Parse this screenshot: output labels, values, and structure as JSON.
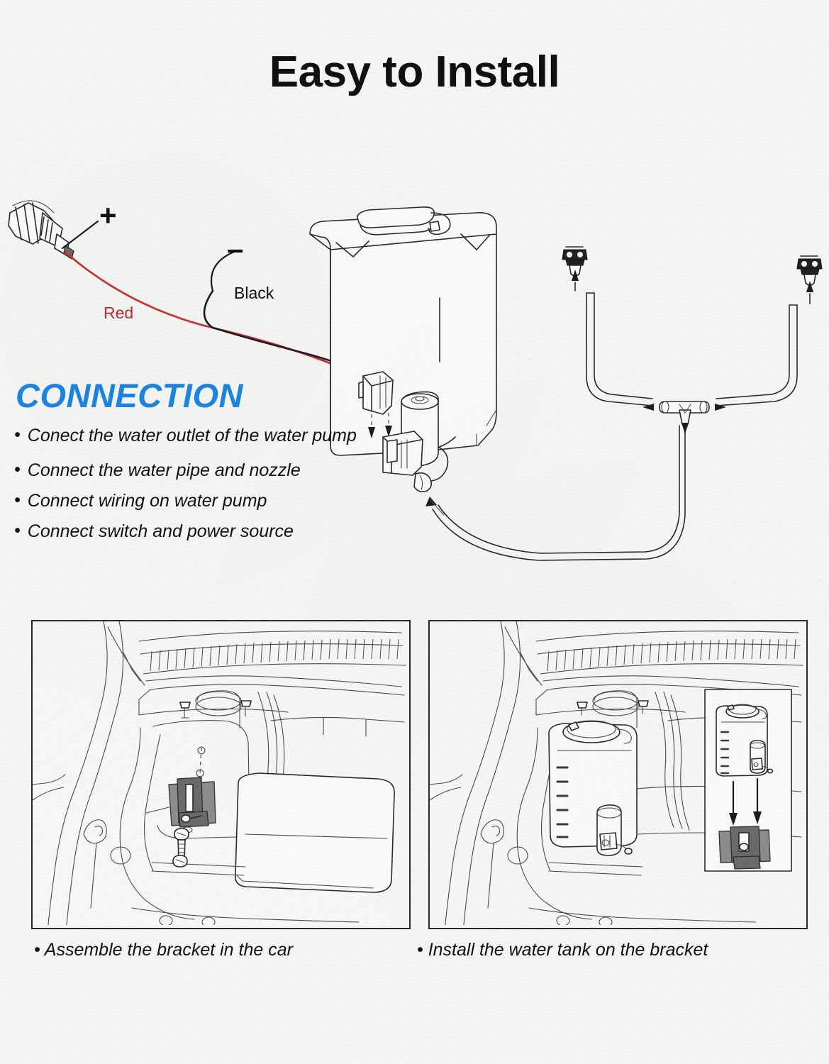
{
  "page": {
    "title": "Easy to Install",
    "background_color": "#f6f6f5"
  },
  "diagram": {
    "section_heading": "CONNECTION",
    "heading_color": "#1a86e8",
    "steps": [
      "Conect the water outlet of the water pump",
      "Connect the water pipe and nozzle",
      "Connect wiring on water pump",
      "Connect switch and power source"
    ],
    "bullet_char": "•",
    "wiring": {
      "positive_symbol": "+",
      "negative_symbol": "–",
      "red_wire_label": "Red",
      "red_wire_color": "#d32b33",
      "black_wire_label": "Black",
      "black_wire_color": "#1d1d1d"
    },
    "components": {
      "switch": "power-switch",
      "tank": "washer-fluid-tank",
      "pump": "water-pump",
      "connector": "wiring-connector",
      "nozzle_left": "washer-nozzle",
      "nozzle_right": "washer-nozzle",
      "tee": "tee-hose-connector",
      "hose": "water-hose"
    }
  },
  "panels": [
    {
      "id": "panel-bracket",
      "caption": "• Assemble the bracket in the car",
      "scene": "engine-bay-with-bracket"
    },
    {
      "id": "panel-tank",
      "caption": "• Install the water tank on the bracket",
      "scene": "engine-bay-with-tank-installed",
      "inset": "tank-drops-onto-bracket"
    }
  ]
}
